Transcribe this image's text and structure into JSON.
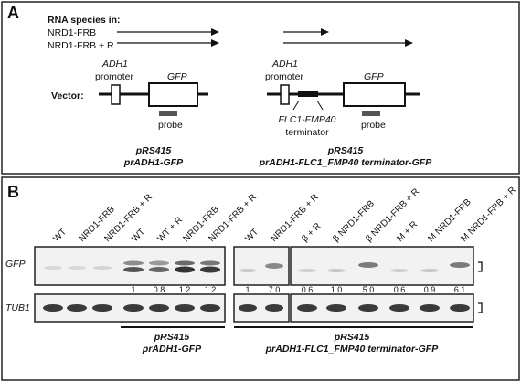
{
  "panel_a": {
    "letter": "A",
    "rna_heading": "RNA species in:",
    "rna_rows": [
      "NRD1-FRB",
      "NRD1-FRB + R"
    ],
    "vector_label": "Vector:",
    "left": {
      "promoter_name": "ADH1",
      "promoter_word": "promoter",
      "gene": "GFP",
      "probe": "probe",
      "plasmid": "pRS415",
      "construct": "prADH1-GFP"
    },
    "right": {
      "promoter_name": "ADH1",
      "promoter_word": "promoter",
      "gene": "GFP",
      "terminator_name": "FLC1-FMP40",
      "terminator_word": "terminator",
      "probe": "probe",
      "plasmid": "pRS415",
      "construct": "prADH1-FLC1_FMP40 terminator-GFP"
    }
  },
  "panel_b": {
    "letter": "B",
    "lanes_left": [
      "WT",
      "NRD1-FRB",
      "NRD1-FRB + R",
      "WT",
      "WT + R",
      "NRD1-FRB",
      "NRD1-FRB + R"
    ],
    "lanes_mid": [
      "WT",
      "NRD1-FRB + R"
    ],
    "lanes_right": [
      "β + R",
      "β NRD1-FRB",
      "β NRD1-FRB + R",
      "M + R",
      "M NRD1-FRB",
      "M NRD1-FRB + R"
    ],
    "row_gfp": "GFP",
    "row_tub": "TUB1",
    "quant_left": [
      "1",
      "0.8",
      "1.2",
      "1.2"
    ],
    "quant_mid": [
      "1",
      "7.0"
    ],
    "quant_right": [
      "0.6",
      "1.0",
      "5.0",
      "0.6",
      "0.9",
      "6.1"
    ],
    "group_left_plasmid": "pRS415",
    "group_left_construct": "prADH1-GFP",
    "group_right_plasmid": "pRS415",
    "group_right_construct": "prADH1-FLC1_FMP40 terminator-GFP"
  }
}
